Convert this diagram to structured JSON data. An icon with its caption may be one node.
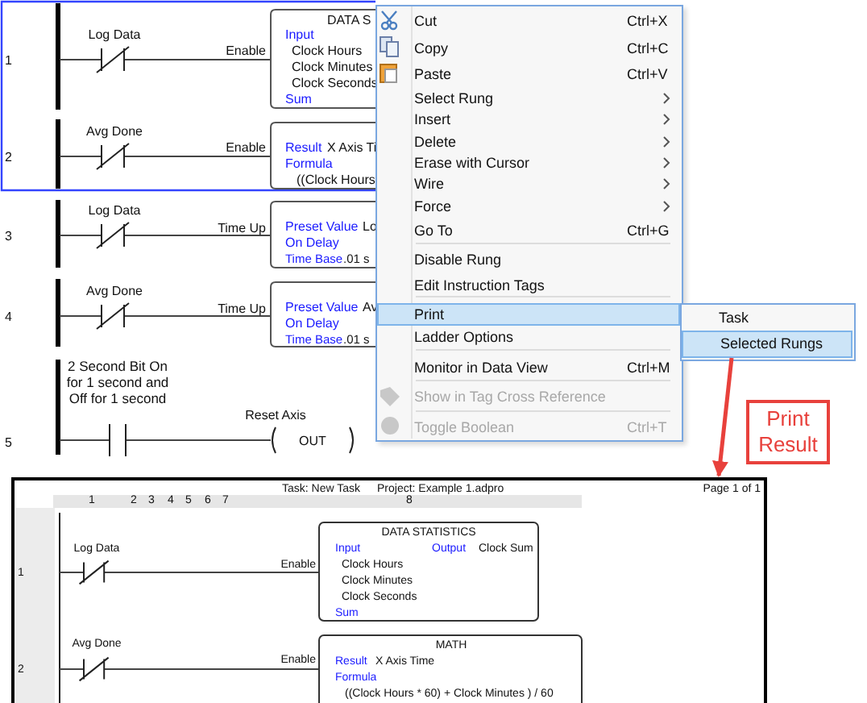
{
  "diagram": {
    "nodes": [
      {
        "text": [
          "Selected Rungs"
        ]
      },
      {
        "text": [],
        "shape": "box"
      }
    ],
    "edges": [
      {
        "from": 0,
        "to": 1,
        "arrow": "to",
        "label": "Print Result",
        "color": "#e8413c"
      }
    ],
    "labels": [
      "1",
      "Log Data",
      "Enable",
      "DATA S",
      "Input",
      "Clock Hours",
      "Clock Minutes",
      "Clock Seconds",
      "Sum",
      "2",
      "Avg Done",
      "Enable",
      "Result",
      "X Axis Ti",
      "Formula",
      "((Clock Hours",
      "3",
      "Log Data",
      "Time Up",
      "Preset Value",
      "Lo",
      "On Delay",
      "Time Base",
      ".01 s",
      "4",
      "Avg Done",
      "Time Up",
      "Preset Value",
      "Av",
      "On Delay",
      "Time Base",
      ".01 s",
      "5",
      "2 Second Bit On for 1 second and Off for 1 second",
      "Reset Axis",
      "OUT",
      "Cut",
      "Ctrl+X",
      "Copy",
      "Ctrl+C",
      "Paste",
      "Ctrl+V",
      "Select Rung",
      "Insert",
      "Delete",
      "Erase with Cursor",
      "Wire",
      "Force",
      "Go To",
      "Ctrl+G",
      "Disable Rung",
      "Edit Instruction Tags",
      "Print",
      "Ladder Options",
      "Monitor in Data View",
      "Ctrl+M",
      "Show in Tag Cross Reference",
      "Toggle Boolean",
      "Ctrl+T",
      "Task",
      "Task: New Task",
      "Project: Example 1.adpro",
      "Page 1 of 1",
      "1",
      "2",
      "3",
      "4",
      "5",
      "6",
      "7",
      "8",
      "1",
      "Log Data",
      "Enable",
      "DATA STATISTICS",
      "Input",
      "Output",
      "Clock Sum",
      "Clock Hours",
      "Clock Minutes",
      "Clock Seconds",
      "Sum",
      "2",
      "Avg Done",
      "Enable",
      "MATH",
      "Result",
      "X Axis Time",
      "Formula",
      "((Clock Hours * 60) + Clock Minutes ) / 60"
    ]
  }
}
